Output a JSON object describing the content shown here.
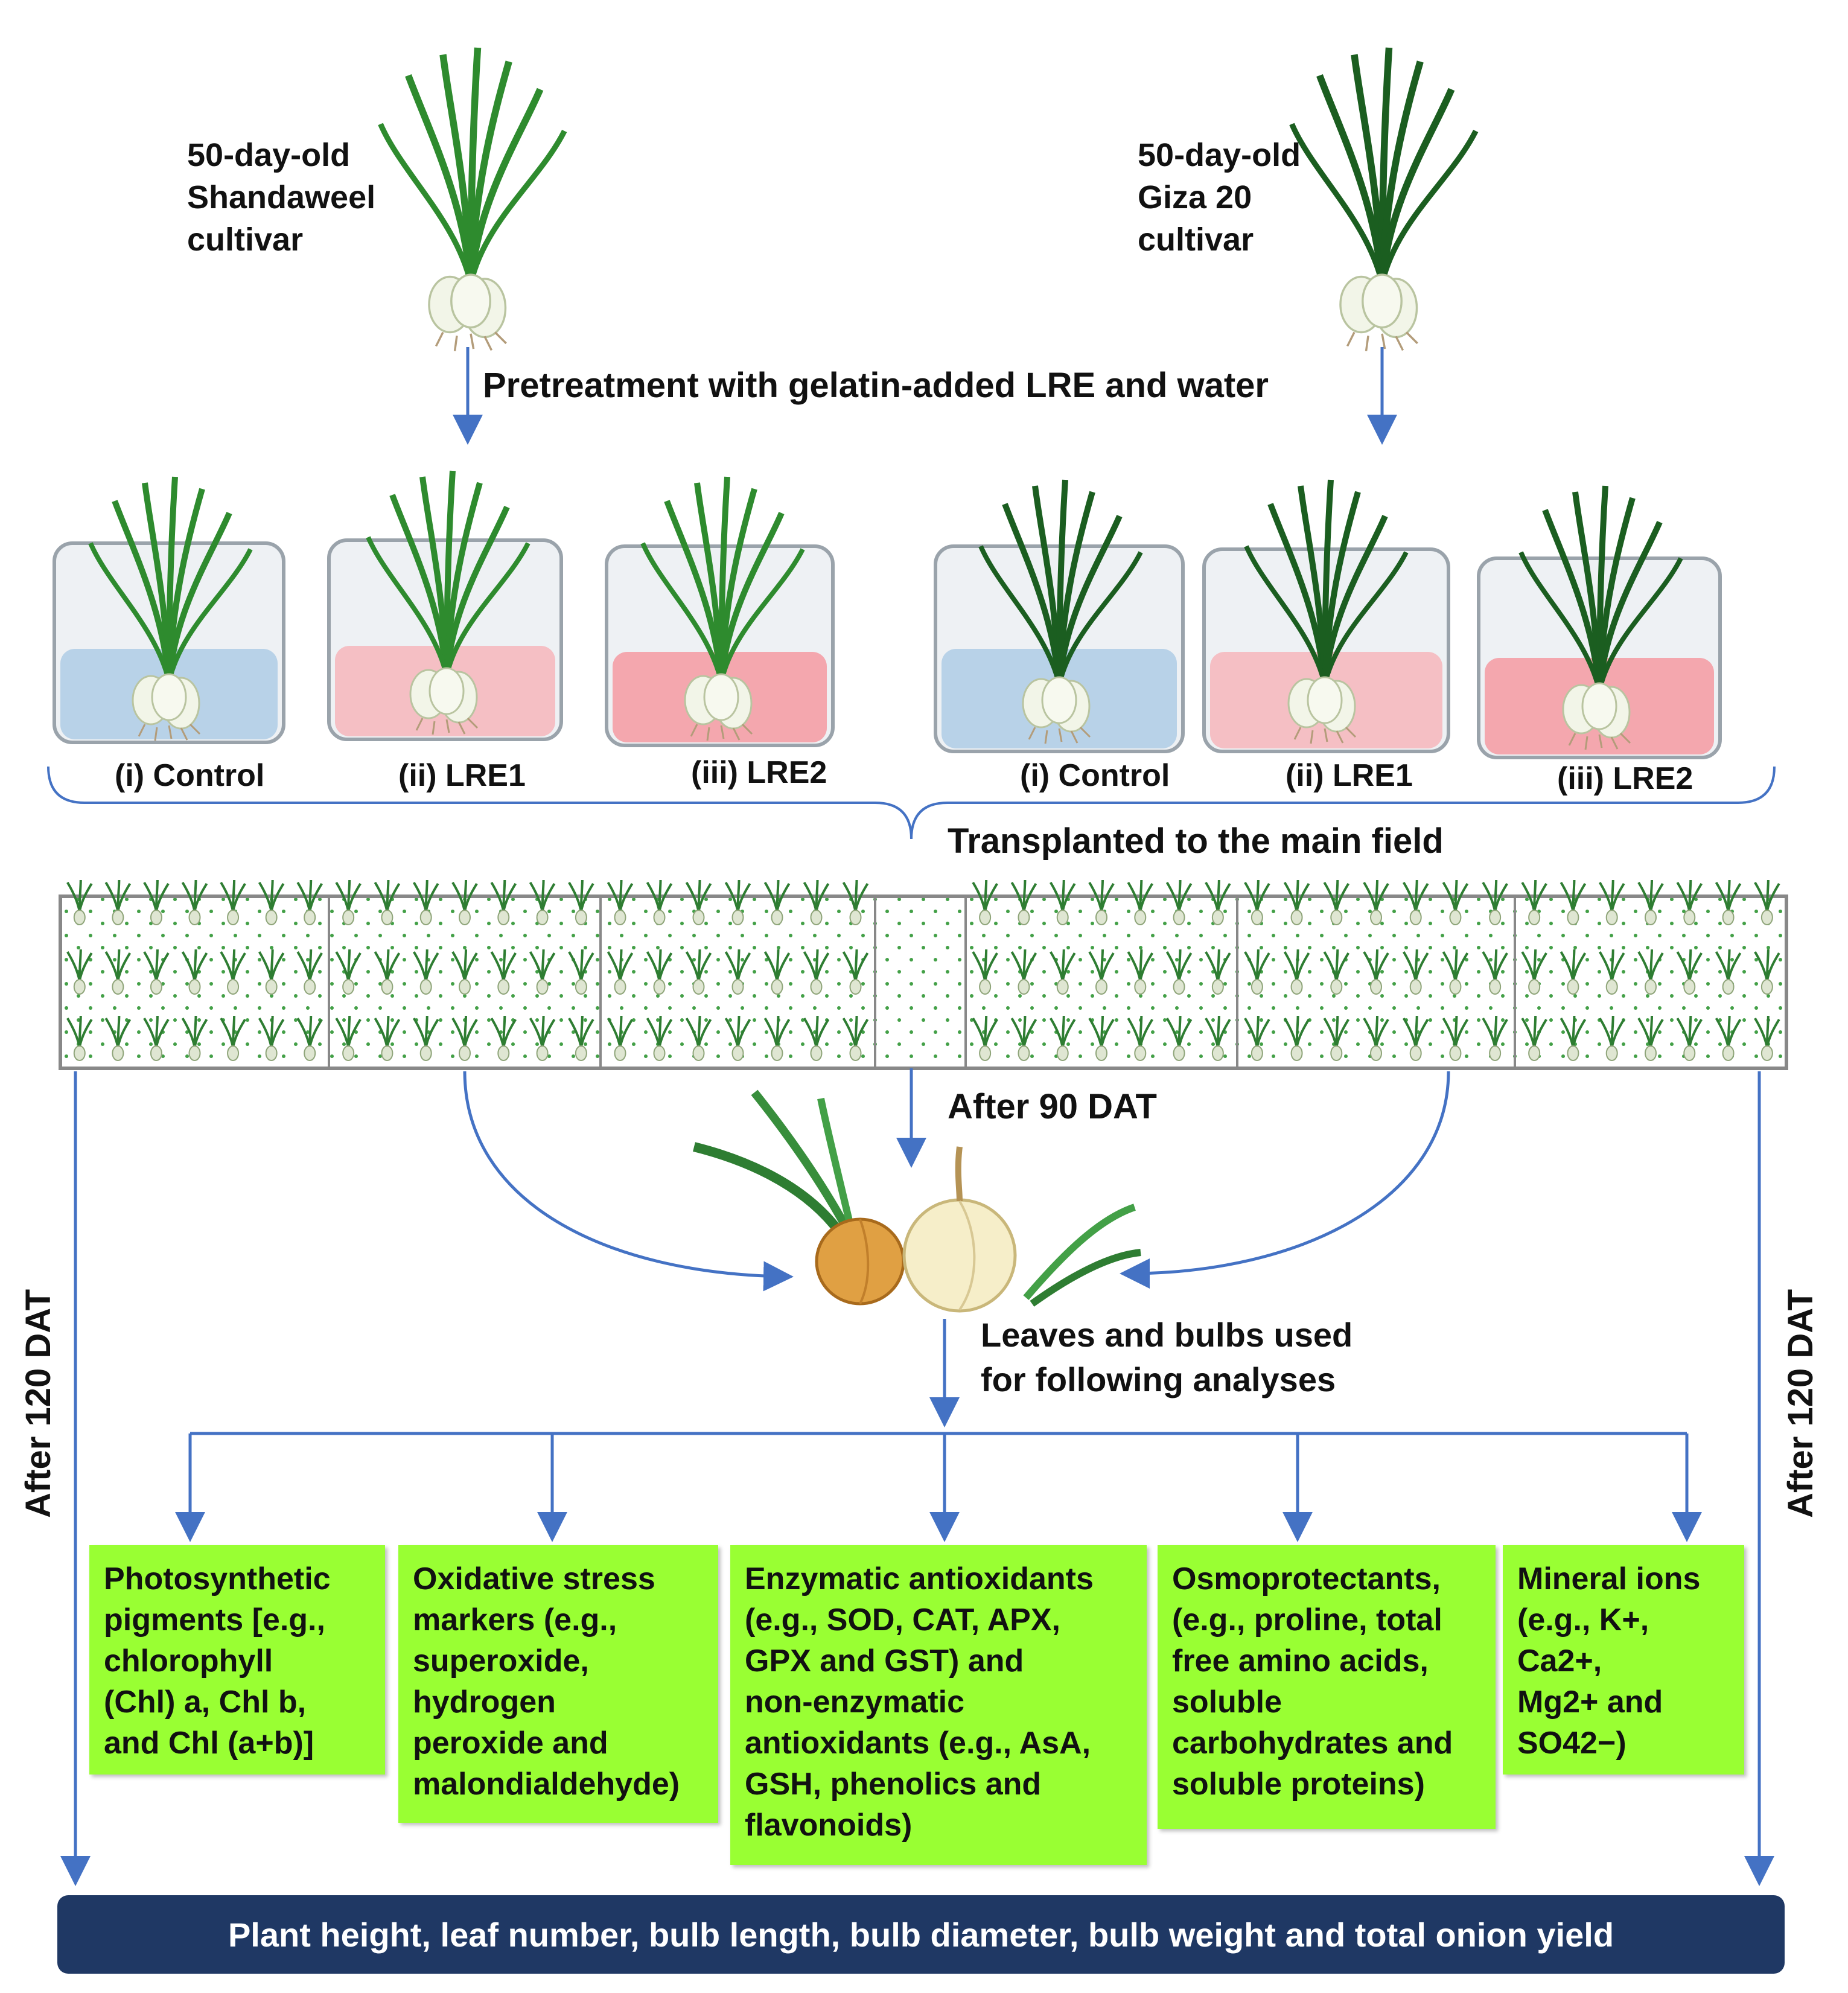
{
  "cultivars": {
    "left": {
      "line1": "50-day-old",
      "line2": "Shandaweel",
      "line3": "cultivar"
    },
    "right": {
      "line1": "50-day-old",
      "line2": "Giza 20",
      "line3": "cultivar"
    }
  },
  "pretreatment_label": "Pretreatment with gelatin-added LRE and water",
  "beakers": [
    {
      "label": "(i) Control",
      "liquid": "#b8d2e8"
    },
    {
      "label": "(ii) LRE1",
      "liquid": "#f5bfc4"
    },
    {
      "label": "(iii) LRE2",
      "liquid": "#f4a7ae"
    },
    {
      "label": "(i) Control",
      "liquid": "#b8d2e8"
    },
    {
      "label": "(ii) LRE1",
      "liquid": "#f5bfc4"
    },
    {
      "label": "(iii) LRE2",
      "liquid": "#f4a7ae"
    }
  ],
  "transplant_label": "Transplanted to the main field",
  "after90_label": "After 90 DAT",
  "leaves_bulbs_label": {
    "line1": "Leaves and bulbs used",
    "line2": "for following analyses"
  },
  "after120_label": "After 120 DAT",
  "analysis_boxes": [
    {
      "lines": [
        "Photosynthetic",
        "pigments [e.g.,",
        "chlorophyll",
        "(Chl) a, Chl b,",
        "and Chl (a+b)]"
      ]
    },
    {
      "lines": [
        "Oxidative stress",
        "markers (e.g.,",
        "superoxide,",
        "hydrogen",
        "peroxide and",
        "malondialdehyde)"
      ]
    },
    {
      "lines": [
        "Enzymatic antioxidants",
        "(e.g., SOD, CAT, APX,",
        "GPX and GST) and",
        "non-enzymatic",
        "antioxidants (e.g., AsA,",
        "GSH, phenolics and",
        "flavonoids)"
      ]
    },
    {
      "lines": [
        "Osmoprotectants,",
        "(e.g., proline, total",
        "free amino acids,",
        "soluble",
        "carbohydrates and",
        "soluble proteins)"
      ]
    },
    {
      "lines": [
        "Mineral ions",
        "(e.g., K+, Ca2+,",
        "Mg2+ and",
        "SO42−)"
      ]
    }
  ],
  "bottom_bar": "Plant height, leaf number, bulb length, bulb diameter, bulb weight and total onion yield",
  "colors": {
    "arrow": "#4472c4",
    "box": "#99ff33",
    "bar": "#1f3864",
    "leaf_light": "#2e8b2e",
    "leaf_dark": "#1b5e20"
  }
}
